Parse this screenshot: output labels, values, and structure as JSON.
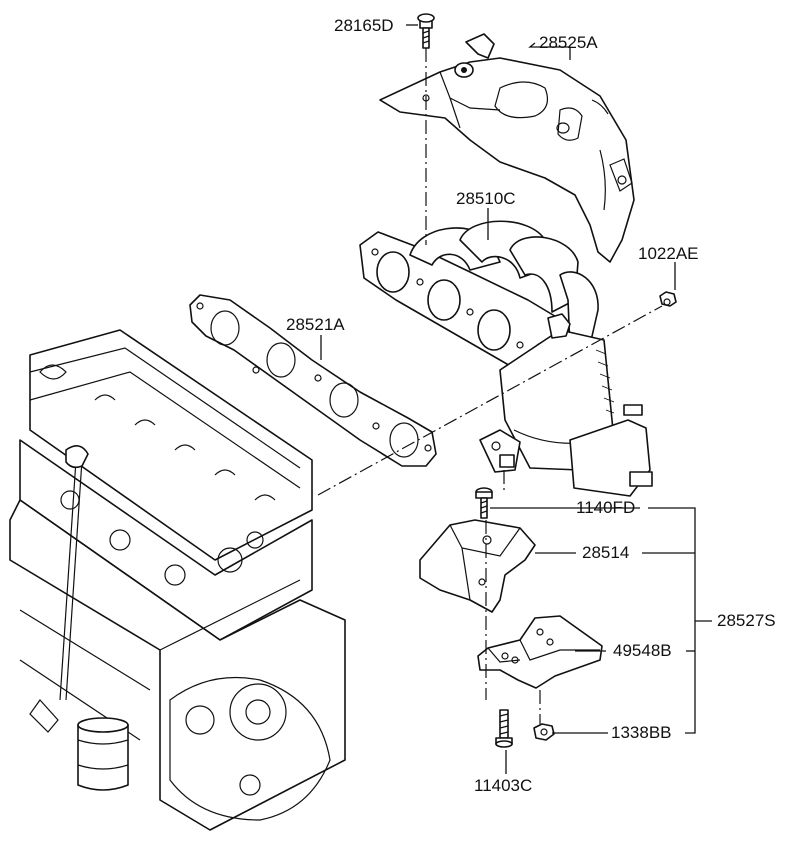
{
  "diagram": {
    "labels": {
      "p28165D": "28165D",
      "p28525A": "28525A",
      "p28510C": "28510C",
      "p1022AE": "1022AE",
      "p28521A": "28521A",
      "p1140FD": "1140FD",
      "p28514": "28514",
      "p28527S": "28527S",
      "p49548B": "49548B",
      "p1338BB": "1338BB",
      "p11403C": "11403C"
    }
  }
}
